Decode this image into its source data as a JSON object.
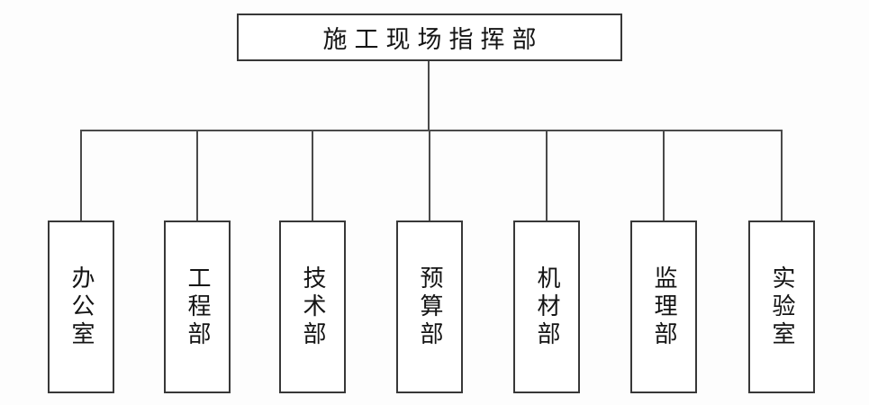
{
  "org_chart": {
    "root_label": "施工现场指挥部",
    "departments": [
      {
        "label": "办公室"
      },
      {
        "label": "工程部"
      },
      {
        "label": "技术部"
      },
      {
        "label": "预算部"
      },
      {
        "label": "机材部"
      },
      {
        "label": "监理部"
      },
      {
        "label": "实验室"
      }
    ]
  },
  "colors": {
    "box-border": "#383838",
    "connector": "#4a4a4a",
    "bg": "#fdfdfd",
    "text": "#141414"
  }
}
